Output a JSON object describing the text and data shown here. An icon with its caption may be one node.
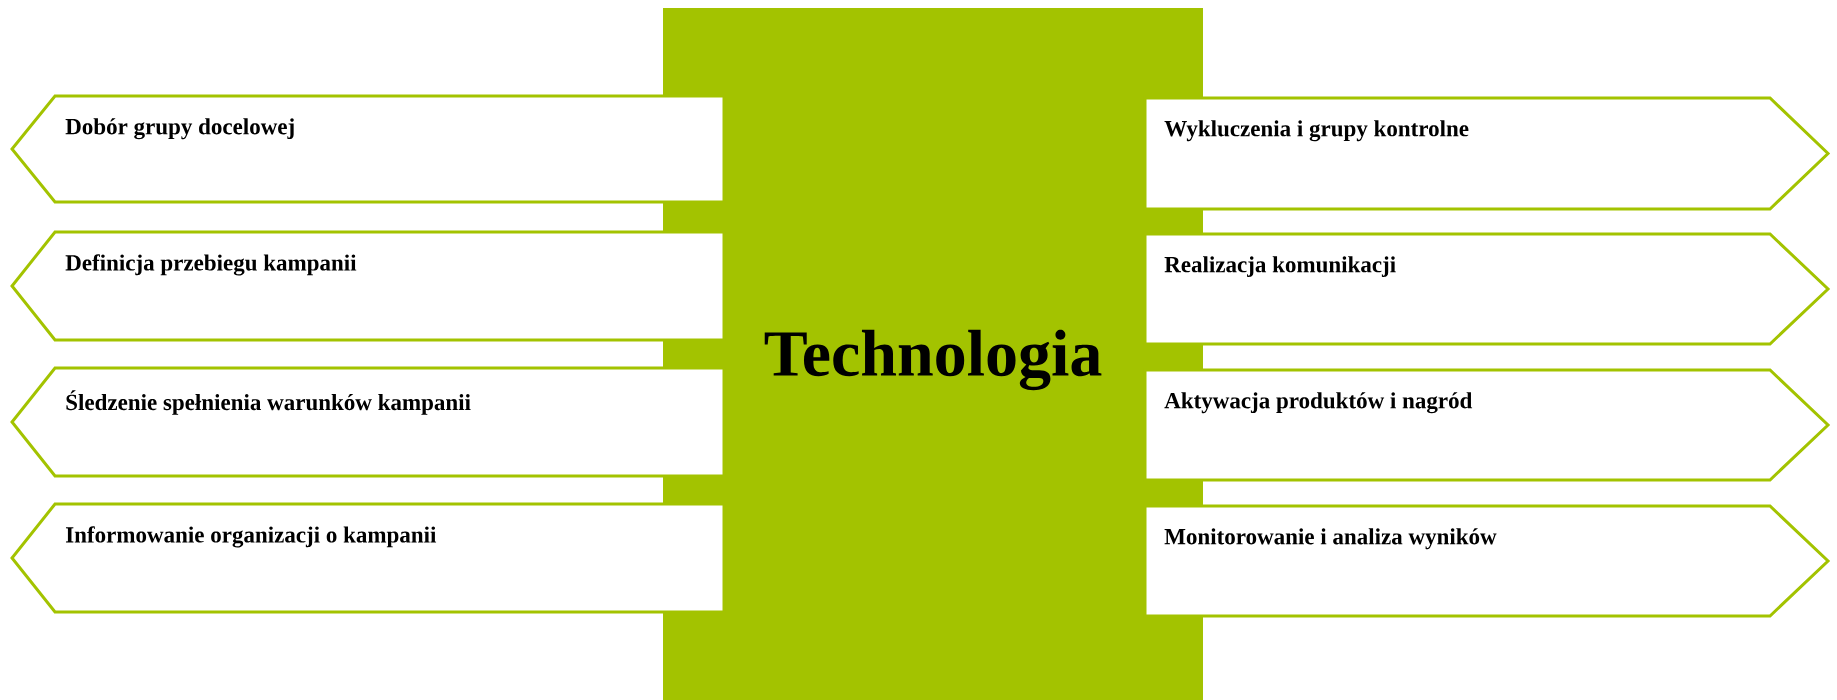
{
  "diagram": {
    "nodes": [
      {
        "text": [
          "Technologia"
        ]
      },
      {
        "text": [
          "Dobór grupy docelowej"
        ]
      },
      {
        "text": [
          "Definicja przebiegu kampanii"
        ]
      },
      {
        "text": [
          "Śledzenie spełnienia warunków kampanii"
        ]
      },
      {
        "text": [
          "Informowanie organizacji o kampanii"
        ]
      },
      {
        "text": [
          "Wykluczenia i grupy kontrolne"
        ]
      },
      {
        "text": [
          "Realizacja komunikacji"
        ]
      },
      {
        "text": [
          "Aktywacja produktów i nagród"
        ]
      },
      {
        "text": [
          "Monitorowanie i analiza wyników"
        ]
      }
    ]
  }
}
